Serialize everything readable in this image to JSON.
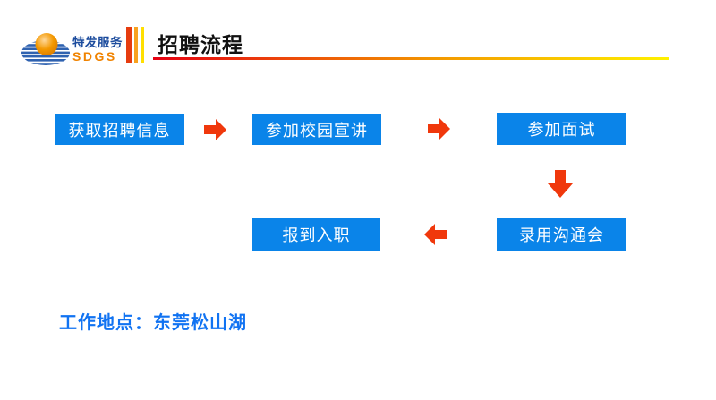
{
  "logo": {
    "name": "特发服务",
    "acronym": "SDGS"
  },
  "header": {
    "title": "招聘流程"
  },
  "flow": {
    "steps": [
      {
        "label": "获取招聘信息"
      },
      {
        "label": "参加校园宣讲"
      },
      {
        "label": "参加面试"
      },
      {
        "label": "录用沟通会"
      },
      {
        "label": "报到入职"
      }
    ]
  },
  "footer": {
    "location": "工作地点：东莞松山湖"
  },
  "colors": {
    "step_box_blue": "#0a84e9",
    "arrow_red": "#f0380c",
    "accent_bar_red": "#e63c0f",
    "accent_bar_amber": "#f8a11e",
    "accent_bar_yellow": "#ffdf00",
    "underline_gradient_start": "#e60012",
    "underline_gradient_end": "#fff100",
    "location_text_blue": "#1173f2",
    "logo_text_blue": "#1b4b9d",
    "logo_text_orange": "#f08300"
  }
}
